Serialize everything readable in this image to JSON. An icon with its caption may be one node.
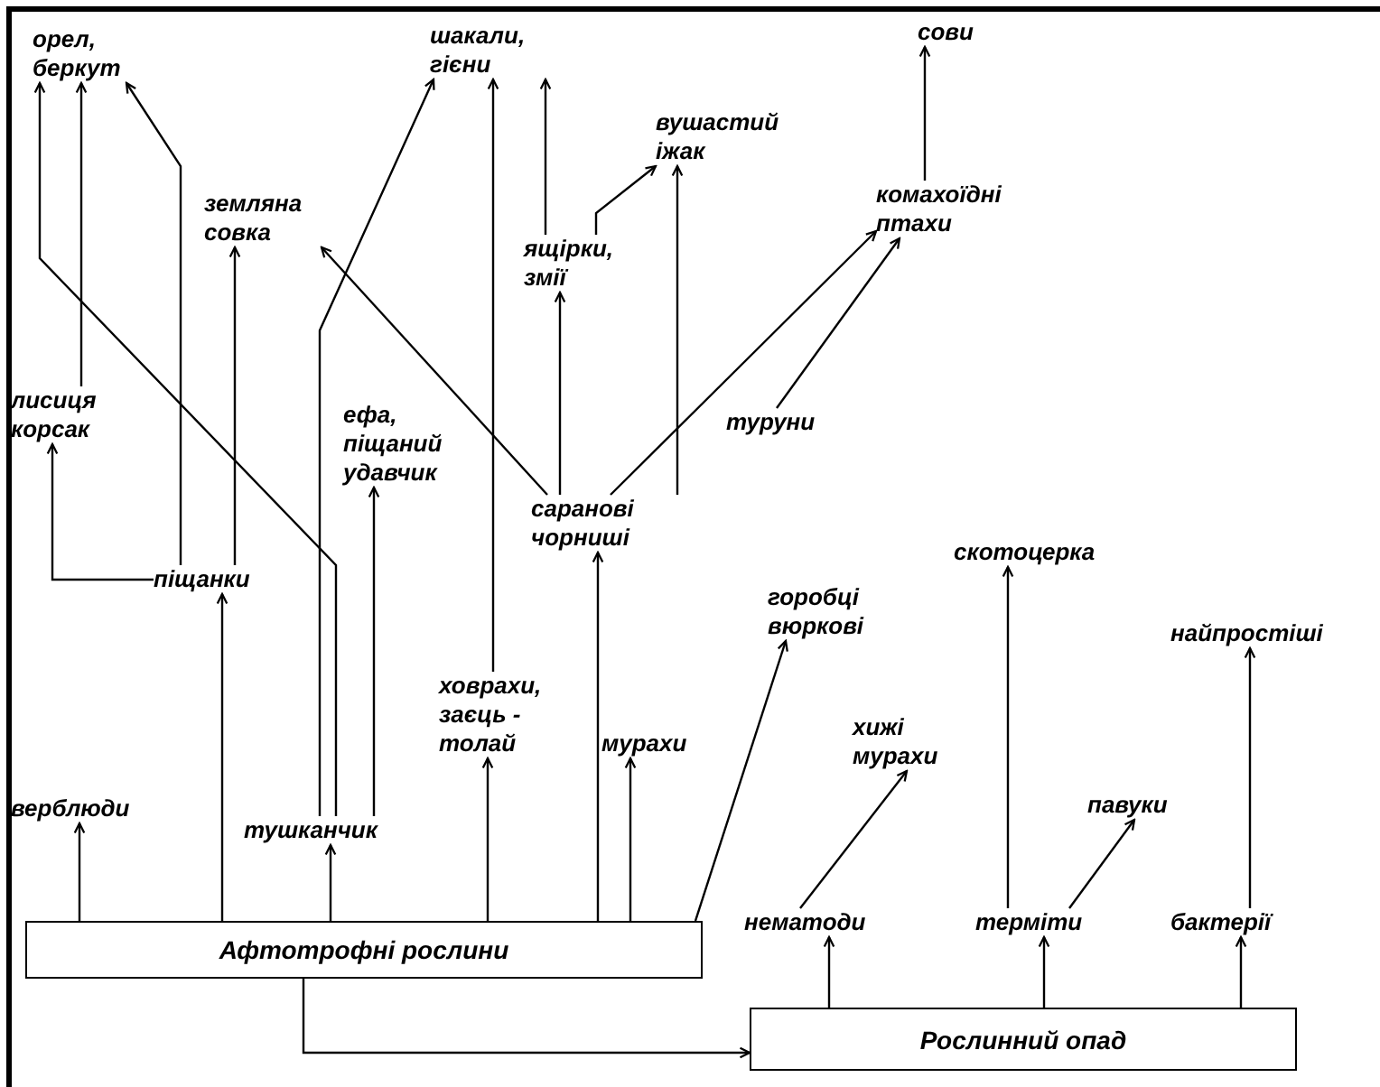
{
  "diagram": {
    "nodes": [
      {
        "text": [
          "орел, беркут"
        ]
      },
      {
        "text": [
          "шакали, гієни"
        ]
      },
      {
        "text": [
          "сови"
        ]
      },
      {
        "text": [
          "вушастий іжак"
        ]
      },
      {
        "text": [
          "земляна совка"
        ]
      },
      {
        "text": [
          "ящірки, змії"
        ]
      },
      {
        "text": [
          "комахоїдні птахи"
        ]
      },
      {
        "text": [
          "лисиця корсак"
        ]
      },
      {
        "text": [
          "ефа, піщаний удавчик"
        ]
      },
      {
        "text": [
          "туруни"
        ]
      },
      {
        "text": [
          "саранові чорниші"
        ]
      },
      {
        "text": [
          "піщанки"
        ]
      },
      {
        "text": [
          "скотоцерка"
        ]
      },
      {
        "text": [
          "горобці вюркові"
        ]
      },
      {
        "text": [
          "найпростіші"
        ]
      },
      {
        "text": [
          "ховрахи, заєць - толай"
        ]
      },
      {
        "text": [
          "мурахи"
        ]
      },
      {
        "text": [
          "хижі мурахи"
        ]
      },
      {
        "text": [
          "павуки"
        ]
      },
      {
        "text": [
          "верблюди"
        ]
      },
      {
        "text": [
          "тушканчик"
        ]
      },
      {
        "text": [
          "нематоди"
        ]
      },
      {
        "text": [
          "терміти"
        ]
      },
      {
        "text": [
          "бактерії"
        ]
      },
      {
        "text": [
          "Афтотрофні рослини"
        ]
      },
      {
        "text": [
          "Рослинний опад"
        ]
      }
    ],
    "edges": [
      {
        "from": 24,
        "to": 19,
        "arrow": "to"
      },
      {
        "from": 24,
        "to": 11,
        "arrow": "to"
      },
      {
        "from": 24,
        "to": 20,
        "arrow": "to"
      },
      {
        "from": 24,
        "to": 15,
        "arrow": "to"
      },
      {
        "from": 24,
        "to": 10,
        "arrow": "to"
      },
      {
        "from": 24,
        "to": 16,
        "arrow": "to"
      },
      {
        "from": 24,
        "to": 13,
        "arrow": "to"
      },
      {
        "from": 24,
        "to": 25,
        "arrow": "to"
      },
      {
        "from": 25,
        "to": 21,
        "arrow": "to"
      },
      {
        "from": 25,
        "to": 22,
        "arrow": "to"
      },
      {
        "from": 25,
        "to": 23,
        "arrow": "to"
      },
      {
        "from": 21,
        "to": 17,
        "arrow": "to"
      },
      {
        "from": 22,
        "to": 18,
        "arrow": "to"
      },
      {
        "from": 22,
        "to": 12,
        "arrow": "to"
      },
      {
        "from": 23,
        "to": 14,
        "arrow": "to"
      },
      {
        "from": 11,
        "to": 7,
        "arrow": "to"
      },
      {
        "from": 11,
        "to": 0,
        "arrow": "to"
      },
      {
        "from": 11,
        "to": 4,
        "arrow": "to"
      },
      {
        "from": 7,
        "to": 0,
        "arrow": "to"
      },
      {
        "from": 20,
        "to": 0,
        "arrow": "to"
      },
      {
        "from": 20,
        "to": 1,
        "arrow": "to"
      },
      {
        "from": 20,
        "to": 8,
        "arrow": "to"
      },
      {
        "from": 15,
        "to": 1,
        "arrow": "to"
      },
      {
        "from": 5,
        "to": 1,
        "arrow": "to"
      },
      {
        "from": 5,
        "to": 3,
        "arrow": "to"
      },
      {
        "from": 10,
        "to": 5,
        "arrow": "to"
      },
      {
        "from": 10,
        "to": 4,
        "arrow": "to"
      },
      {
        "from": 10,
        "to": 6,
        "arrow": "to"
      },
      {
        "from": 10,
        "to": 3,
        "arrow": "to"
      },
      {
        "from": 9,
        "to": 6,
        "arrow": "to"
      },
      {
        "from": 6,
        "to": 2,
        "arrow": "to"
      }
    ]
  }
}
